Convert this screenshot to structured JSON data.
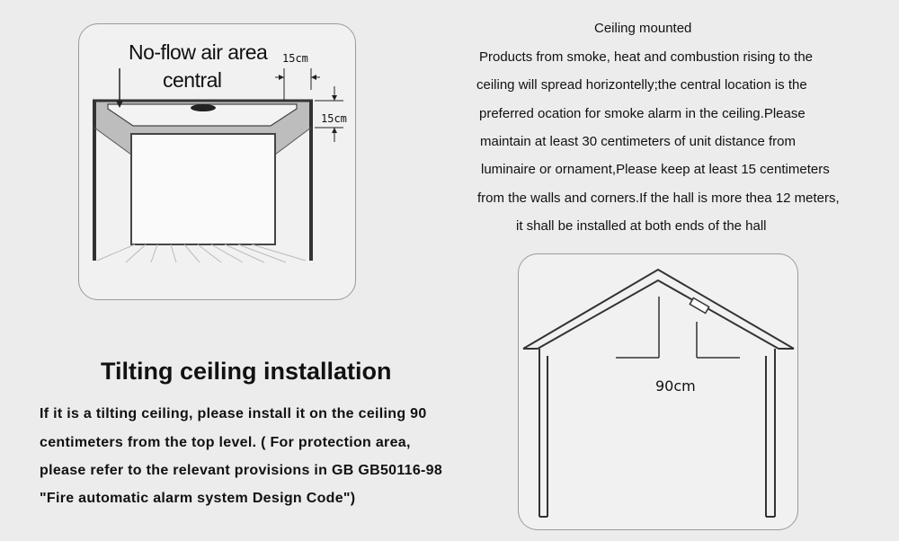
{
  "ceiling": {
    "title": "Ceiling mounted",
    "lines": [
      "Products from smoke, heat and combustion rising to the",
      "ceiling will spread horizontelly;the central location is the",
      "preferred ocation for smoke alarm in the ceiling.Please",
      "maintain at least 30 centimeters of unit distance from",
      "luminaire or ornament,Please keep at least 15 centimeters",
      "from the walls and corners.If the hall is more thea 12 meters,",
      "it shall be installed at both ends of the hall"
    ]
  },
  "room_diagram": {
    "label_line1": "No-flow air area",
    "label_line2": "central",
    "dim_horizontal": "15cm",
    "dim_vertical": "15cm"
  },
  "tilting": {
    "title": "Tilting ceiling installation",
    "lines": [
      "If it is a tilting ceiling,  please install it on the  ceiling  90",
      "centimeters  from  the  top level.  ( For  protection  area,",
      "please refer to the relevant provisions in GB GB50116-98",
      "\"Fire automatic alarm system Design Code\")"
    ]
  },
  "house_diagram": {
    "dim_label": "90cm"
  }
}
